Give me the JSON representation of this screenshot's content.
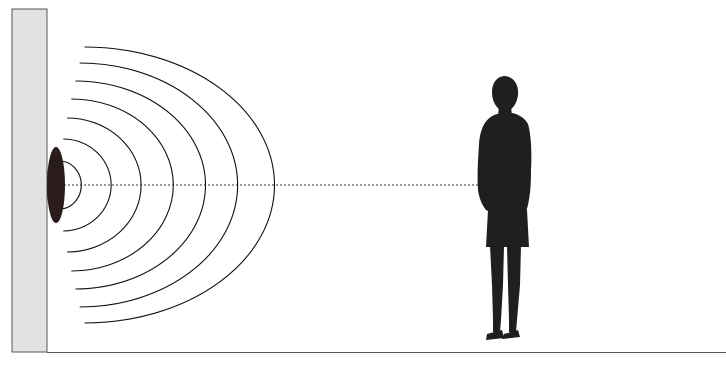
{
  "diagram": {
    "type": "sound-wave-propagation",
    "elements": [
      "wall",
      "floor",
      "speaker",
      "sound-waves",
      "sight-line",
      "person-silhouette"
    ],
    "wave_count": 7,
    "colors": {
      "wall_fill": "#e2e2e2",
      "wall_stroke": "#555555",
      "speaker": "#2a1c1c",
      "wave_stroke": "#111111",
      "line": "#333333",
      "silhouette": "#1f1f1f",
      "background": "#ffffff"
    }
  }
}
